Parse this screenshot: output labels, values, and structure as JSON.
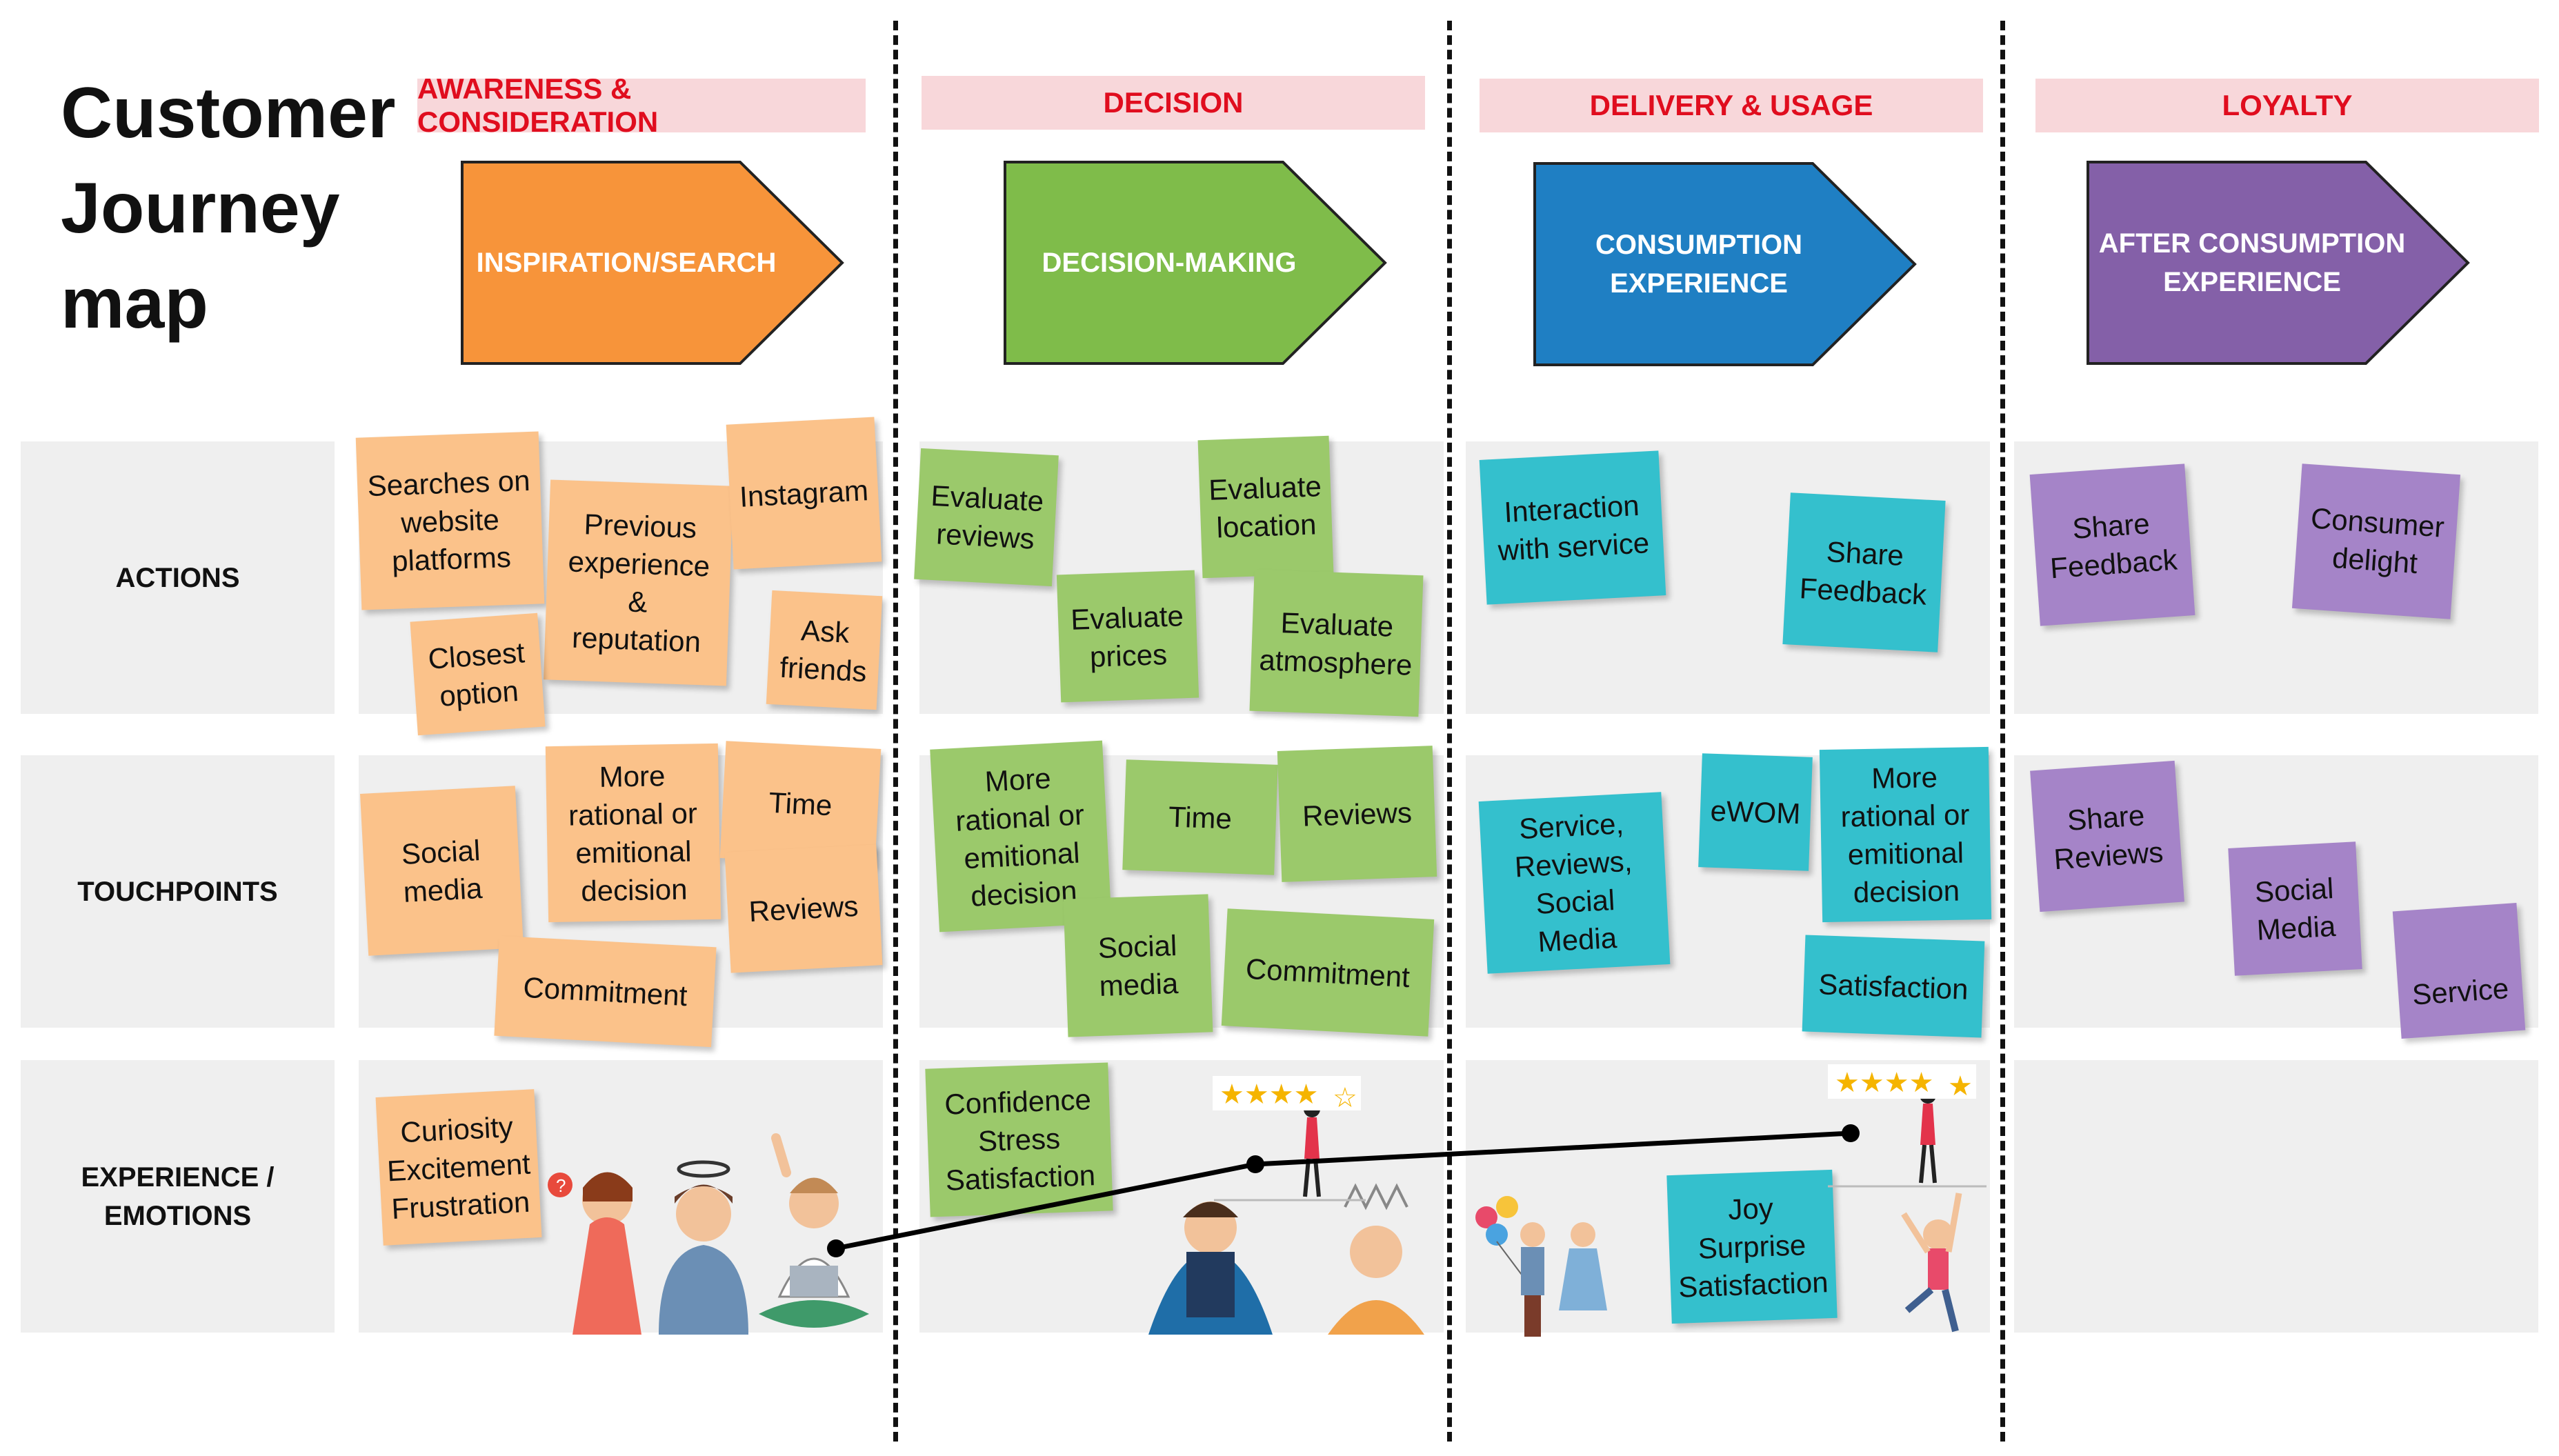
{
  "title": [
    "Customer",
    "Journey",
    "map"
  ],
  "stages": [
    {
      "header": "AWARENESS & CONSIDERATION",
      "arrow_lines": [
        "INSPIRATION/SEARCH"
      ],
      "color": "#f7943a"
    },
    {
      "header": "DECISION",
      "arrow_lines": [
        "DECISION-MAKING"
      ],
      "color": "#7fbc4a"
    },
    {
      "header": "DELIVERY & USAGE",
      "arrow_lines": [
        "CONSUMPTION",
        "EXPERIENCE"
      ],
      "color": "#1f7fc3"
    },
    {
      "header": "LOYALTY",
      "arrow_lines": [
        "AFTER CONSUMPTION",
        "EXPERIENCE"
      ],
      "color": "#8460a8"
    }
  ],
  "rows": [
    {
      "label_lines": [
        "ACTIONS"
      ]
    },
    {
      "label_lines": [
        "TOUCHPOINTS"
      ]
    },
    {
      "label_lines": [
        "EXPERIENCE /",
        "EMOTIONS"
      ]
    }
  ],
  "colors": {
    "stage_header_bg": "#f8d7da",
    "stage_header_text": "#e00d1e",
    "lane_bg": "#efefef",
    "note_orange": "#fbc28a",
    "note_green": "#9bc96b",
    "note_cyan": "#34c0cd",
    "note_purple": "#a584c8"
  },
  "notes": {
    "awareness": {
      "actions": [
        {
          "lines": [
            "Searches on",
            "website",
            "platforms"
          ]
        },
        {
          "lines": [
            "Previous",
            "experience",
            "&",
            "reputation"
          ]
        },
        {
          "lines": [
            "Instagram"
          ]
        },
        {
          "lines": [
            "Closest",
            "option"
          ]
        },
        {
          "lines": [
            "Ask",
            "friends"
          ]
        }
      ],
      "touchpoints": [
        {
          "lines": [
            "Social",
            "media"
          ]
        },
        {
          "lines": [
            "More",
            "rational or",
            "emitional",
            "decision"
          ]
        },
        {
          "lines": [
            "Time"
          ]
        },
        {
          "lines": [
            "Reviews"
          ]
        },
        {
          "lines": [
            "Commitment"
          ]
        }
      ],
      "emotions": [
        {
          "lines": [
            "Curiosity",
            "Excitement",
            "Frustration"
          ]
        }
      ]
    },
    "decision": {
      "actions": [
        {
          "lines": [
            "Evaluate",
            "reviews"
          ]
        },
        {
          "lines": [
            "Evaluate",
            "location"
          ]
        },
        {
          "lines": [
            "Evaluate",
            "prices"
          ]
        },
        {
          "lines": [
            "Evaluate",
            "atmosphere"
          ]
        }
      ],
      "touchpoints": [
        {
          "lines": [
            "More",
            "rational or",
            "emitional",
            "decision"
          ]
        },
        {
          "lines": [
            "Time"
          ]
        },
        {
          "lines": [
            "Reviews"
          ]
        },
        {
          "lines": [
            "Social",
            "media"
          ]
        },
        {
          "lines": [
            "Commitment"
          ]
        }
      ],
      "emotions": [
        {
          "lines": [
            "Confidence",
            "Stress",
            "Satisfaction"
          ]
        }
      ]
    },
    "delivery": {
      "actions": [
        {
          "lines": [
            "Interaction",
            "with service"
          ]
        },
        {
          "lines": [
            "Share",
            "Feedback"
          ]
        }
      ],
      "touchpoints": [
        {
          "lines": [
            "Service,",
            "Reviews,",
            "Social",
            "Media"
          ]
        },
        {
          "lines": [
            "eWOM"
          ]
        },
        {
          "lines": [
            "More",
            "rational or",
            "emitional",
            "decision"
          ]
        },
        {
          "lines": [
            "Satisfaction"
          ]
        }
      ],
      "emotions": [
        {
          "lines": [
            "Joy",
            "Surprise",
            "Satisfaction"
          ]
        }
      ]
    },
    "loyalty": {
      "actions": [
        {
          "lines": [
            "Share",
            "Feedback"
          ]
        },
        {
          "lines": [
            "Consumer",
            "delight"
          ]
        }
      ],
      "touchpoints": [
        {
          "lines": [
            "Share",
            "Reviews"
          ]
        },
        {
          "lines": [
            "Social",
            "Media"
          ]
        },
        {
          "lines": [
            "Service"
          ]
        }
      ],
      "emotions": []
    }
  },
  "journey_line": {
    "point_count": 3,
    "rating_stars_each": 5
  },
  "icons": [
    "person-confused-icon",
    "person-thinking-icon",
    "person-laptop-icon",
    "businessman-hero-icon",
    "person-stressed-icon",
    "person-on-rating-icon",
    "couple-balloons-icon",
    "person-jumping-icon",
    "star-icon"
  ]
}
